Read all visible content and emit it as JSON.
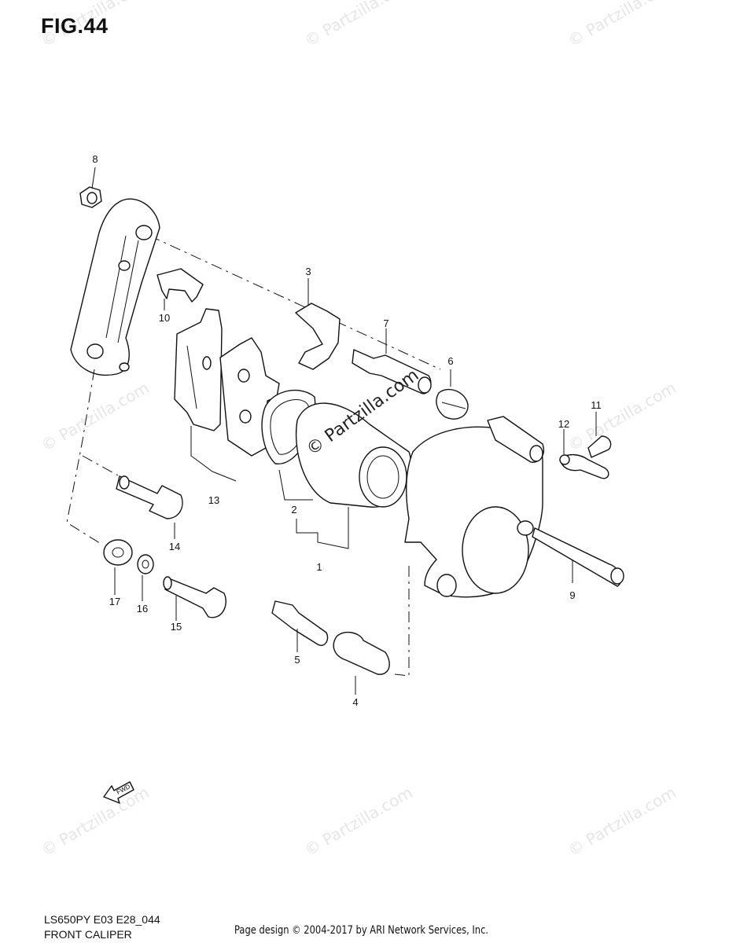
{
  "figure": {
    "title": "FIG.44",
    "model_code": "LS650PY E03 E28_044",
    "section_name": "FRONT CALIPER",
    "page_credit": "Page design © 2004-2017 by ARI Network Services, Inc.",
    "fwd_label": "FWD"
  },
  "watermarks": {
    "text": "© Partzilla.com"
  },
  "callouts": {
    "c1": "1",
    "c2": "2",
    "c3": "3",
    "c4": "4",
    "c5": "5",
    "c6": "6",
    "c7": "7",
    "c8": "8",
    "c9": "9",
    "c10": "10",
    "c11": "11",
    "c12": "12",
    "c13": "13",
    "c14": "14",
    "c15": "15",
    "c16": "16",
    "c17": "17"
  }
}
